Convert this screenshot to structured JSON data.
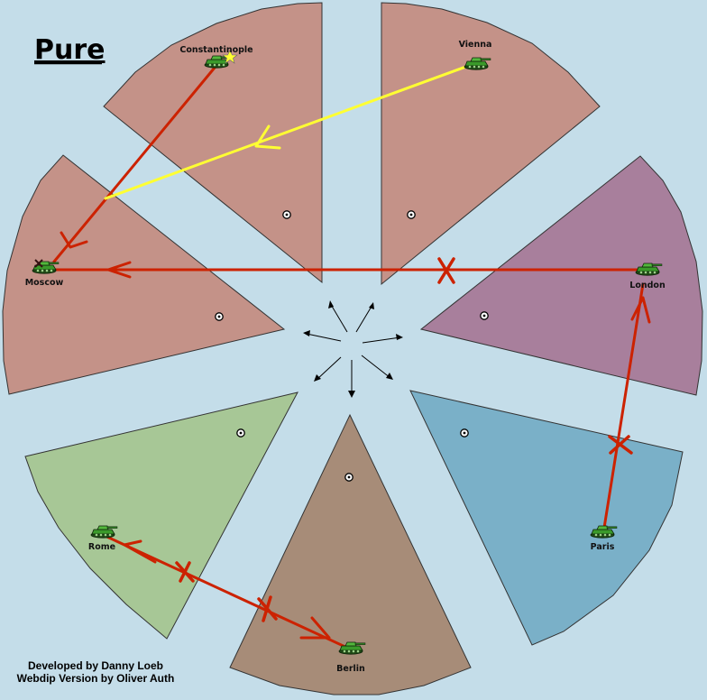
{
  "title": "Pure",
  "credits": [
    "Developed by Danny Loeb",
    "Webdip Version by Oliver Auth"
  ],
  "colors": {
    "sea": "#c4dde9",
    "order_red": "#cc2200",
    "order_yellow": "#ffff33",
    "unit_green": "#3a9a2a"
  },
  "territories": [
    {
      "id": "constantinople",
      "name": "Constantinople",
      "color": "#c49288"
    },
    {
      "id": "vienna",
      "name": "Vienna",
      "color": "#c49288"
    },
    {
      "id": "london",
      "name": "London",
      "color": "#a87f9c"
    },
    {
      "id": "paris",
      "name": "Paris",
      "color": "#7ab0c8"
    },
    {
      "id": "berlin",
      "name": "Berlin",
      "color": "#a78c78"
    },
    {
      "id": "rome",
      "name": "Rome",
      "color": "#a7c796"
    },
    {
      "id": "moscow",
      "name": "Moscow",
      "color": "#c49288"
    }
  ],
  "units": [
    {
      "id": "constantinople",
      "type": "army",
      "icon": "tank-icon"
    },
    {
      "id": "vienna",
      "type": "army",
      "icon": "tank-icon"
    },
    {
      "id": "london",
      "type": "army",
      "icon": "tank-icon"
    },
    {
      "id": "paris",
      "type": "army",
      "icon": "tank-icon"
    },
    {
      "id": "berlin",
      "type": "army",
      "icon": "tank-icon"
    },
    {
      "id": "rome",
      "type": "army",
      "icon": "tank-icon"
    },
    {
      "id": "moscow",
      "type": "army",
      "icon": "tank-icon",
      "dislodged_marker": true
    }
  ],
  "orders": [
    {
      "from": "constantinople",
      "to": "moscow",
      "kind": "move",
      "color": "red",
      "failed": false
    },
    {
      "from": "vienna",
      "to": "constantinople-moscow",
      "kind": "support",
      "color": "yellow",
      "failed": false
    },
    {
      "from": "london",
      "to": "moscow",
      "kind": "move",
      "color": "red",
      "failed": true
    },
    {
      "from": "paris",
      "to": "london",
      "kind": "move",
      "color": "red",
      "failed": true
    },
    {
      "from": "rome",
      "to": "berlin",
      "kind": "move",
      "color": "red",
      "failed": true
    },
    {
      "from": "berlin",
      "to": "rome",
      "kind": "move",
      "color": "red",
      "failed": true
    }
  ]
}
